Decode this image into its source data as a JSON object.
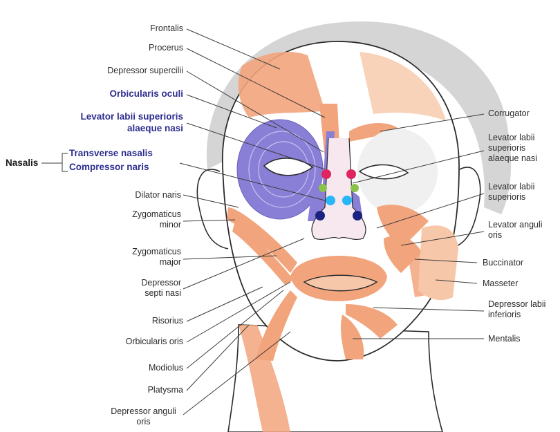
{
  "colors": {
    "muscle": "#f2a57c",
    "muscle_light": "#f7c7a9",
    "highlight": "#8a7fd6",
    "highlight_text": "#2d2d8f",
    "skin": "#ffffff",
    "hair": "#d5d5d5",
    "outline": "#2b2b2b",
    "dot_pink": "#e0245e",
    "dot_green": "#8bc34a",
    "dot_cyan": "#29b6f6",
    "dot_navy": "#1a237e"
  },
  "labels": {
    "frontalis": "Frontalis",
    "procerus": "Procerus",
    "depressor_supercilii": "Depressor supercilii",
    "orbicularis_oculi": "Orbicularis oculi",
    "levator_aln_left_1": "Levator labii  superioris",
    "levator_aln_left_2": "alaeque nasi",
    "nasalis": "Nasalis",
    "transverse_nasalis": "Transverse nasalis",
    "compressor_naris": "Compressor naris",
    "dilator_naris": "Dilator naris",
    "zyg_minor_1": "Zygomaticus",
    "zyg_minor_2": "minor",
    "zyg_major_1": "Zygomaticus",
    "zyg_major_2": "major",
    "dep_septi_1": "Depressor",
    "dep_septi_2": "septi nasi",
    "risorius": "Risorius",
    "orbicularis_oris": "Orbicularis oris",
    "modiolus": "Modiolus",
    "platysma": "Platysma",
    "dep_anguli_1": "Depressor anguli",
    "dep_anguli_2": "oris",
    "corrugator": "Corrugator",
    "lev_aln_right_1": "Levator labii",
    "lev_aln_right_2": "superioris",
    "lev_aln_right_3": "alaeque nasi",
    "lev_sup_1": "Levator labii",
    "lev_sup_2": "superioris",
    "lev_ang_1": "Levator anguli",
    "lev_ang_2": "oris",
    "buccinator": "Buccinator",
    "masseter": "Masseter",
    "dep_labii_1": "Depressor labii",
    "dep_labii_2": "inferioris",
    "mentalis": "Mentalis"
  }
}
